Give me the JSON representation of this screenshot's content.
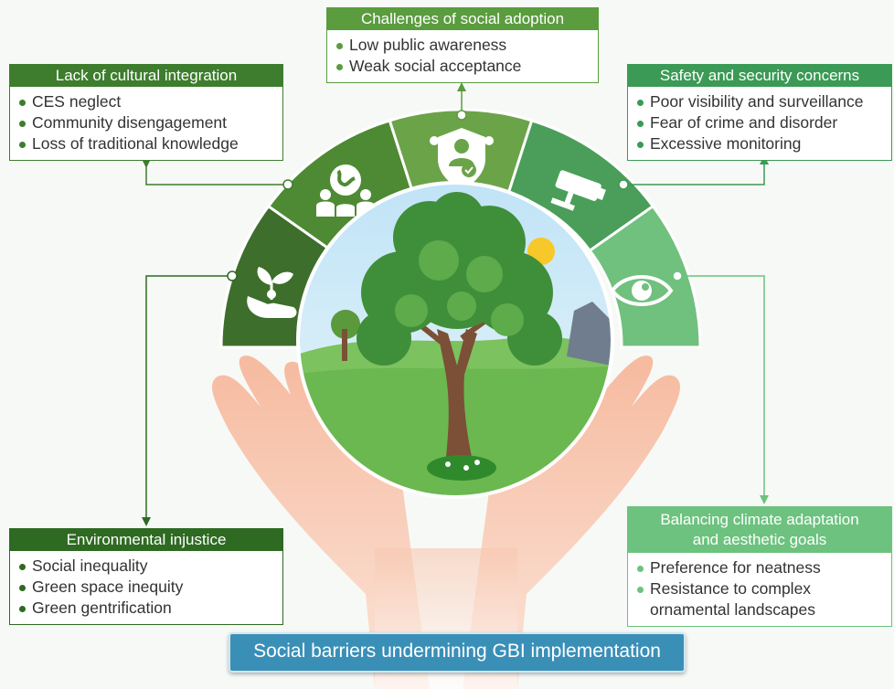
{
  "boxes": {
    "cultural": {
      "title": "Lack of cultural integration",
      "items": [
        "CES neglect",
        "Community disengagement",
        "Loss of traditional knowledge"
      ]
    },
    "social": {
      "title": "Challenges of social adoption",
      "items": [
        "Low public awareness",
        "Weak social acceptance"
      ]
    },
    "safety": {
      "title": "Safety and security concerns",
      "items": [
        "Poor visibility and surveillance",
        "Fear of crime and disorder",
        "Excessive monitoring"
      ]
    },
    "environmental": {
      "title": "Environmental injustice",
      "items": [
        "Social inequality",
        "Green space inequity",
        "Green gentrification"
      ]
    },
    "climate": {
      "title_line1": "Balancing climate adaptation",
      "title_line2": "and aesthetic goals",
      "items": [
        "Preference for neatness",
        "Resistance to complex",
        "ornamental landscapes"
      ]
    }
  },
  "banner": "Social barriers undermining GBI implementation",
  "segments": [
    {
      "icon": "plant-in-hand-icon",
      "color": "#3d6e2b"
    },
    {
      "icon": "people-globe-icon",
      "color": "#4d8a33"
    },
    {
      "icon": "person-shield-icon",
      "color": "#6ba349"
    },
    {
      "icon": "security-camera-icon",
      "color": "#4a9e59"
    },
    {
      "icon": "eye-icon",
      "color": "#70c07e"
    }
  ]
}
